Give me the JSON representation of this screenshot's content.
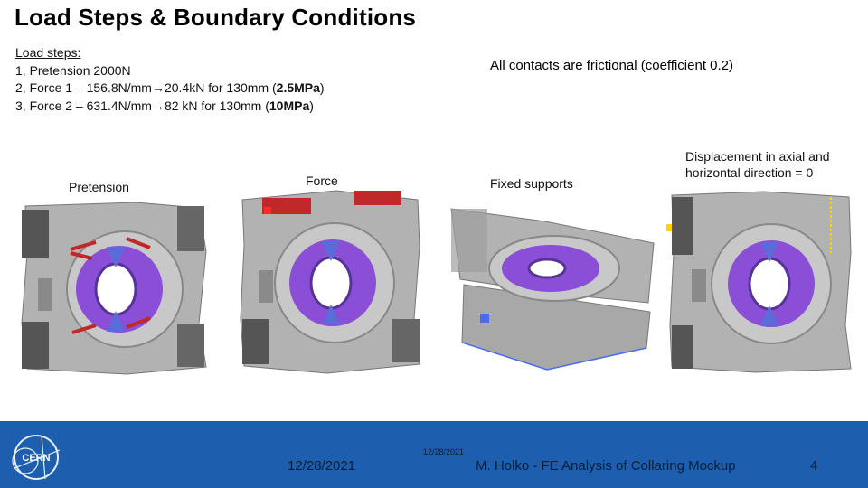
{
  "slide": {
    "title": "Load Steps & Boundary Conditions",
    "load_steps": {
      "heading": "Load steps:",
      "step1": "1, Pretension 2000N",
      "step2_pre": "2, Force 1 – 156.8N/mm→20.4kN for 130mm (",
      "step2_bold": "2.5MPa",
      "step2_post": ")",
      "step3_pre": "3, Force 2 – 631.4N/mm→82 kN for 130mm (",
      "step3_bold": "10MPa",
      "step3_post": ")"
    },
    "contacts_note": "All contacts are frictional (coefficient 0.2)",
    "captions": {
      "pretension": "Pretension",
      "force": "Force",
      "fixed_supports": "Fixed supports",
      "displacement": "Displacement in axial and horizontal direction = 0"
    }
  },
  "footer": {
    "logo_text": "CERN",
    "date": "12/28/2021",
    "date_small": "12/28/2021",
    "author_title": "M. Holko - FE Analysis of Collaring Mockup",
    "page_number": "4"
  },
  "colors": {
    "footer_bg": "#1d5fae",
    "yoke_gray": "#a9a9a9",
    "coil_purple": "#8a4fd6",
    "force_red": "#c0282a",
    "support_blue": "#4a6cf0",
    "displacement_yellow": "#ffd400"
  }
}
